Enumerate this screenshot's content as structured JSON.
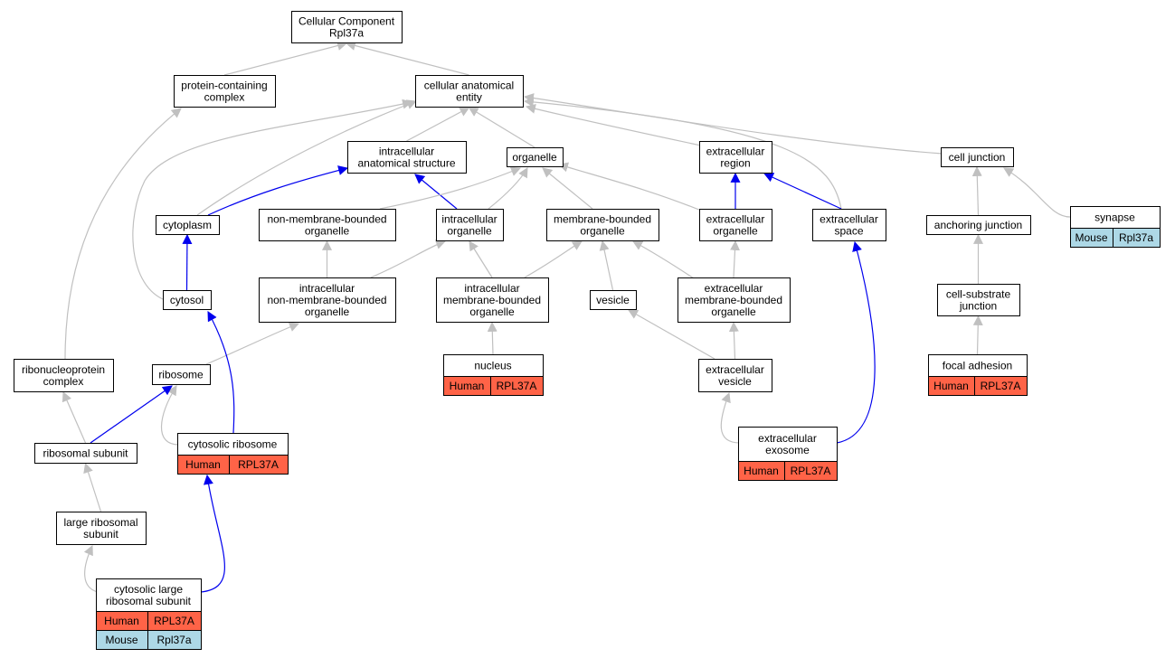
{
  "colors": {
    "gray_edge": "#c0c0c0",
    "blue_edge": "#0000ee",
    "human_cell": "#ff6347",
    "mouse_cell": "#add8e6"
  },
  "nodes": [
    {
      "id": "root",
      "lines": [
        "Cellular Component",
        "Rpl37a"
      ]
    },
    {
      "id": "protein_complex",
      "lines": [
        "protein-containing",
        "complex"
      ]
    },
    {
      "id": "cae",
      "lines": [
        "cellular anatomical",
        "entity"
      ]
    },
    {
      "id": "ias",
      "lines": [
        "intracellular",
        "anatomical structure"
      ]
    },
    {
      "id": "organelle",
      "lines": [
        "organelle"
      ]
    },
    {
      "id": "ecr",
      "lines": [
        "extracellular",
        "region"
      ]
    },
    {
      "id": "cell_junction",
      "lines": [
        "cell junction"
      ]
    },
    {
      "id": "cytoplasm",
      "lines": [
        "cytoplasm"
      ]
    },
    {
      "id": "nmbo",
      "lines": [
        "non-membrane-bounded",
        "organelle"
      ]
    },
    {
      "id": "io",
      "lines": [
        "intracellular",
        "organelle"
      ]
    },
    {
      "id": "mbo",
      "lines": [
        "membrane-bounded",
        "organelle"
      ]
    },
    {
      "id": "eco",
      "lines": [
        "extracellular",
        "organelle"
      ]
    },
    {
      "id": "ecs",
      "lines": [
        "extracellular",
        "space"
      ]
    },
    {
      "id": "anchoring",
      "lines": [
        "anchoring junction"
      ]
    },
    {
      "id": "synapse",
      "lines": [
        "synapse"
      ],
      "cells": [
        [
          "Mouse",
          "Rpl37a"
        ]
      ]
    },
    {
      "id": "cytosol",
      "lines": [
        "cytosol"
      ]
    },
    {
      "id": "inmbo",
      "lines": [
        "intracellular",
        "non-membrane-bounded",
        "organelle"
      ]
    },
    {
      "id": "imbo",
      "lines": [
        "intracellular",
        "membrane-bounded",
        "organelle"
      ]
    },
    {
      "id": "vesicle",
      "lines": [
        "vesicle"
      ]
    },
    {
      "id": "embo",
      "lines": [
        "extracellular",
        "membrane-bounded",
        "organelle"
      ]
    },
    {
      "id": "csj",
      "lines": [
        "cell-substrate",
        "junction"
      ]
    },
    {
      "id": "rnp",
      "lines": [
        "ribonucleoprotein",
        "complex"
      ]
    },
    {
      "id": "ribosome",
      "lines": [
        "ribosome"
      ]
    },
    {
      "id": "nucleus",
      "lines": [
        "nucleus"
      ],
      "cells": [
        [
          "Human",
          "RPL37A"
        ]
      ]
    },
    {
      "id": "ecv",
      "lines": [
        "extracellular",
        "vesicle"
      ]
    },
    {
      "id": "focal",
      "lines": [
        "focal adhesion"
      ],
      "cells": [
        [
          "Human",
          "RPL37A"
        ]
      ]
    },
    {
      "id": "cytribo",
      "lines": [
        "cytosolic ribosome"
      ],
      "cells": [
        [
          "Human",
          "RPL37A"
        ]
      ]
    },
    {
      "id": "ribsub",
      "lines": [
        "ribosomal subunit"
      ]
    },
    {
      "id": "exosome",
      "lines": [
        "extracellular",
        "exosome"
      ],
      "cells": [
        [
          "Human",
          "RPL37A"
        ]
      ]
    },
    {
      "id": "lrs",
      "lines": [
        "large ribosomal",
        "subunit"
      ]
    },
    {
      "id": "clrs",
      "lines": [
        "cytosolic large",
        "ribosomal subunit"
      ],
      "cells": [
        [
          "Human",
          "RPL37A"
        ],
        [
          "Mouse",
          "Rpl37a"
        ]
      ]
    }
  ],
  "edges": [
    {
      "from": "protein_complex",
      "to": "root",
      "kind": "gray"
    },
    {
      "from": "cae",
      "to": "root",
      "kind": "gray"
    },
    {
      "from": "ias",
      "to": "cae",
      "kind": "gray"
    },
    {
      "from": "organelle",
      "to": "cae",
      "kind": "gray"
    },
    {
      "from": "ecr",
      "to": "cae",
      "kind": "gray"
    },
    {
      "from": "cell_junction",
      "to": "cae",
      "kind": "gray"
    },
    {
      "from": "cytoplasm",
      "to": "cae",
      "kind": "gray"
    },
    {
      "from": "ecs",
      "to": "cae",
      "kind": "gray"
    },
    {
      "from": "cytosol",
      "to": "cae",
      "kind": "gray"
    },
    {
      "from": "cytoplasm",
      "to": "ias",
      "kind": "blue"
    },
    {
      "from": "io",
      "to": "ias",
      "kind": "blue"
    },
    {
      "from": "nmbo",
      "to": "organelle",
      "kind": "gray"
    },
    {
      "from": "io",
      "to": "organelle",
      "kind": "gray"
    },
    {
      "from": "mbo",
      "to": "organelle",
      "kind": "gray"
    },
    {
      "from": "eco",
      "to": "organelle",
      "kind": "gray"
    },
    {
      "from": "eco",
      "to": "ecr",
      "kind": "blue"
    },
    {
      "from": "ecs",
      "to": "ecr",
      "kind": "blue"
    },
    {
      "from": "anchoring",
      "to": "cell_junction",
      "kind": "gray"
    },
    {
      "from": "synapse",
      "to": "cell_junction",
      "kind": "gray"
    },
    {
      "from": "cytosol",
      "to": "cytoplasm",
      "kind": "blue"
    },
    {
      "from": "inmbo",
      "to": "nmbo",
      "kind": "gray"
    },
    {
      "from": "inmbo",
      "to": "io",
      "kind": "gray"
    },
    {
      "from": "imbo",
      "to": "io",
      "kind": "gray"
    },
    {
      "from": "imbo",
      "to": "mbo",
      "kind": "gray"
    },
    {
      "from": "vesicle",
      "to": "mbo",
      "kind": "gray"
    },
    {
      "from": "embo",
      "to": "mbo",
      "kind": "gray"
    },
    {
      "from": "embo",
      "to": "eco",
      "kind": "gray"
    },
    {
      "from": "csj",
      "to": "anchoring",
      "kind": "gray"
    },
    {
      "from": "nucleus",
      "to": "imbo",
      "kind": "gray"
    },
    {
      "from": "ecv",
      "to": "vesicle",
      "kind": "gray"
    },
    {
      "from": "ecv",
      "to": "embo",
      "kind": "gray"
    },
    {
      "from": "focal",
      "to": "csj",
      "kind": "gray"
    },
    {
      "from": "rnp",
      "to": "protein_complex",
      "kind": "gray"
    },
    {
      "from": "ribosome",
      "to": "inmbo",
      "kind": "gray"
    },
    {
      "from": "cytribo",
      "to": "ribosome",
      "kind": "gray"
    },
    {
      "from": "cytribo",
      "to": "cytosol",
      "kind": "blue"
    },
    {
      "from": "ribsub",
      "to": "rnp",
      "kind": "gray"
    },
    {
      "from": "ribsub",
      "to": "ribosome",
      "kind": "blue"
    },
    {
      "from": "exosome",
      "to": "ecv",
      "kind": "gray"
    },
    {
      "from": "exosome",
      "to": "ecs",
      "kind": "blue"
    },
    {
      "from": "lrs",
      "to": "ribsub",
      "kind": "gray"
    },
    {
      "from": "clrs",
      "to": "lrs",
      "kind": "gray"
    },
    {
      "from": "clrs",
      "to": "cytribo",
      "kind": "blue"
    }
  ]
}
